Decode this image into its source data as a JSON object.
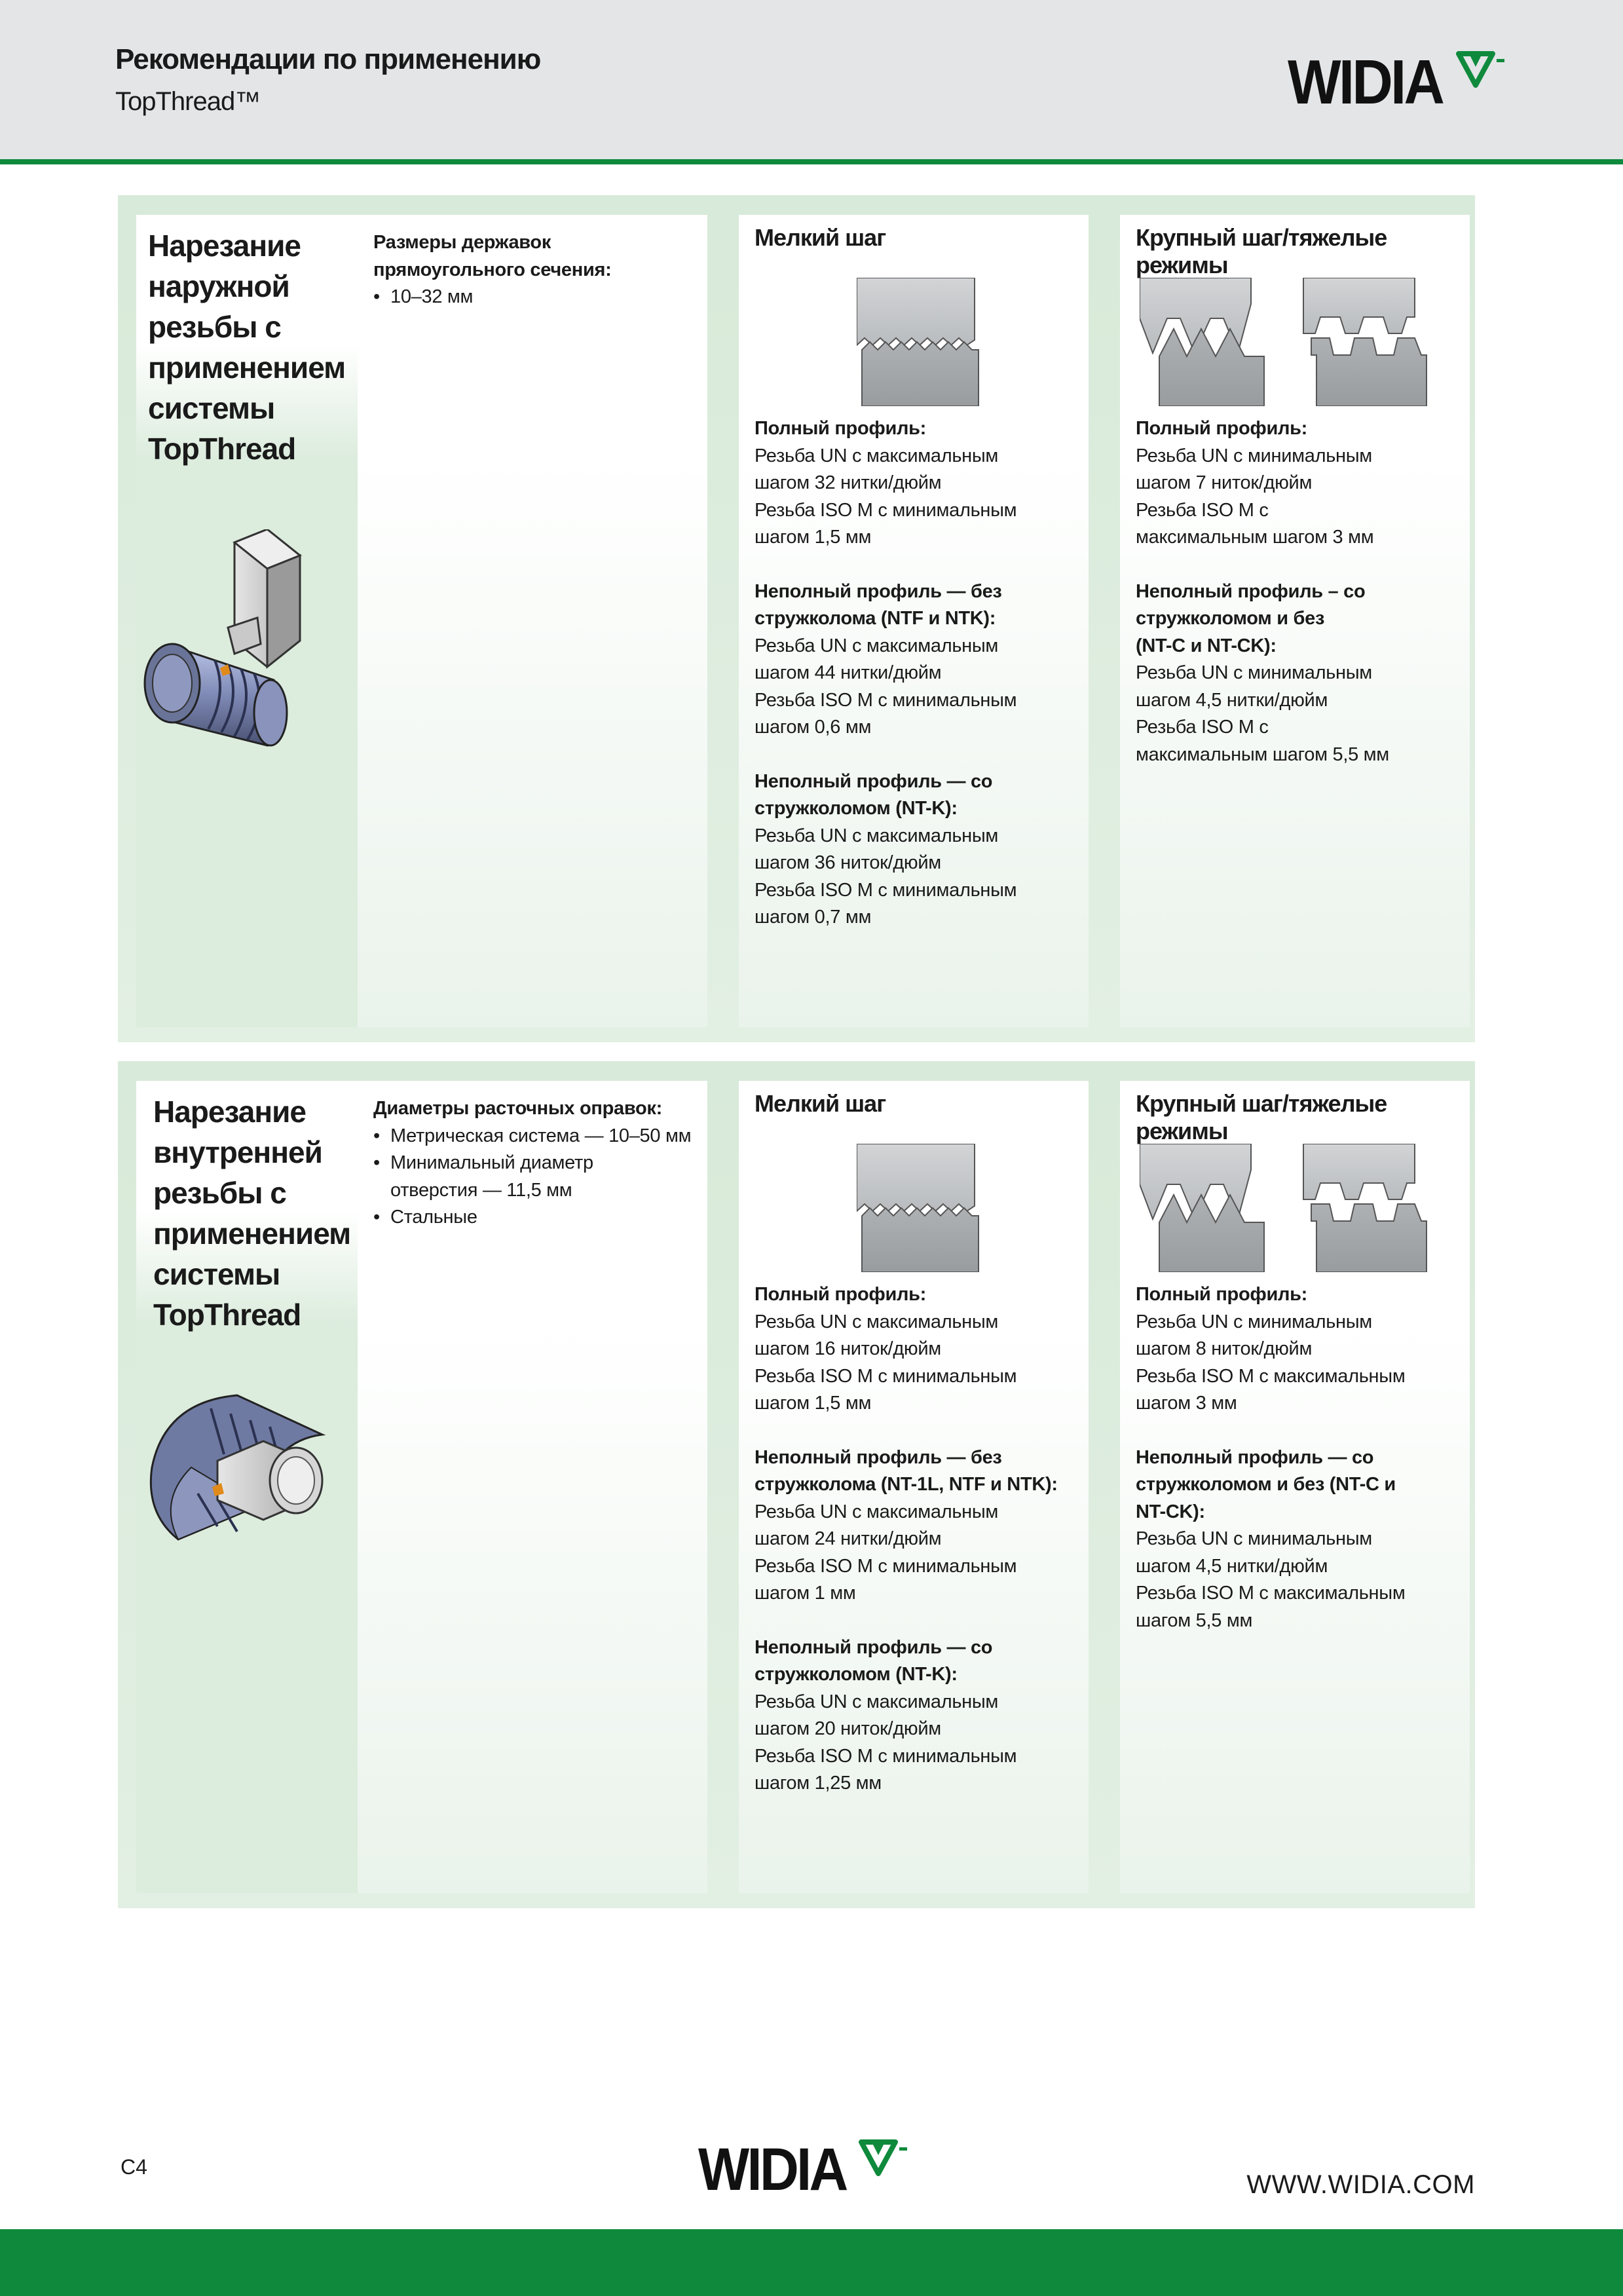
{
  "header": {
    "title": "Рекомендации по применению",
    "subtitle": "TopThread™",
    "logo_text": "WIDIA"
  },
  "section1": {
    "title_lines": [
      "Нарезание",
      "наружной",
      "резьбы с",
      "применением",
      "системы",
      "TopThread"
    ],
    "specs": {
      "heading_lines": [
        "Размеры державок",
        "прямоугольного сечения:"
      ],
      "bullets": [
        "10–32 мм"
      ]
    },
    "fine": {
      "heading": "Мелкий шаг",
      "blocks": [
        {
          "heading_lines": [
            "Полный профиль:"
          ],
          "lines": [
            "Резьба UN с максимальным",
            "шагом 32 нитки/дюйм",
            "Резьба ISO M с минимальным",
            "шагом 1,5 мм"
          ]
        },
        {
          "heading_lines": [
            "Неполный профиль — без",
            "стружколома (NTF и NTK):"
          ],
          "lines": [
            "Резьба UN с максимальным",
            "шагом 44 нитки/дюйм",
            "Резьба ISO M с минимальным",
            "шагом 0,6 мм"
          ]
        },
        {
          "heading_lines": [
            "Неполный профиль — со",
            "стружколомом (NT-K):"
          ],
          "lines": [
            "Резьба UN с максимальным",
            "шагом 36 ниток/дюйм",
            "Резьба ISO M с минимальным",
            "шагом 0,7 мм"
          ]
        }
      ]
    },
    "coarse": {
      "heading": "Крупный шаг/тяжелые режимы",
      "blocks": [
        {
          "heading_lines": [
            "Полный профиль:"
          ],
          "lines": [
            "Резьба UN с минимальным",
            "шагом 7 ниток/дюйм",
            "Резьба ISO M с",
            "максимальным шагом 3 мм"
          ]
        },
        {
          "heading_lines": [
            "Неполный профиль – со",
            "стружколомом и без",
            "(NT-C и NT-CK):"
          ],
          "lines": [
            "Резьба UN с минимальным",
            "шагом 4,5 нитки/дюйм",
            "Резьба ISO M с",
            "максимальным шагом 5,5 мм"
          ]
        }
      ]
    }
  },
  "section2": {
    "title_lines": [
      "Нарезание",
      "внутренней",
      "резьбы с",
      "применением",
      "системы",
      "TopThread"
    ],
    "specs": {
      "heading_lines": [
        "Диаметры расточных оправок:"
      ],
      "bullets": [
        "Метрическая система — 10–50 мм",
        "Минимальный диаметр\nотверстия — 11,5 мм",
        "Стальные"
      ]
    },
    "fine": {
      "heading": "Мелкий шаг",
      "blocks": [
        {
          "heading_lines": [
            "Полный профиль:"
          ],
          "lines": [
            "Резьба UN с максимальным",
            "шагом 16 ниток/дюйм",
            "Резьба ISO M с минимальным",
            "шагом 1,5 мм"
          ]
        },
        {
          "heading_lines": [
            "Неполный профиль — без",
            "стружколома (NT-1L, NTF и NTK):"
          ],
          "lines": [
            "Резьба UN с максимальным",
            "шагом 24 нитки/дюйм",
            "Резьба ISO M с минимальным",
            "шагом 1 мм"
          ]
        },
        {
          "heading_lines": [
            "Неполный профиль — со",
            "стружколомом (NT-K):"
          ],
          "lines": [
            "Резьба UN с максимальным",
            "шагом 20 ниток/дюйм",
            "Резьба ISO M с минимальным",
            "шагом 1,25 мм"
          ]
        }
      ]
    },
    "coarse": {
      "heading": "Крупный шаг/тяжелые режимы",
      "blocks": [
        {
          "heading_lines": [
            "Полный профиль:"
          ],
          "lines": [
            "Резьба UN с минимальным",
            "шагом 8 ниток/дюйм",
            "Резьба ISO M с максимальным",
            "шагом 3 мм"
          ]
        },
        {
          "heading_lines": [
            "Неполный профиль — со",
            "стружколомом и без (NT-C и",
            "NT-CK):"
          ],
          "lines": [
            "Резьба UN с минимальным",
            "шагом 4,5 нитки/дюйм",
            "Резьба ISO M с максимальным",
            "шагом 5,5 мм"
          ]
        }
      ]
    }
  },
  "footer": {
    "page_number": "C4",
    "logo_text": "WIDIA",
    "website": "WWW.WIDIA.COM"
  },
  "colors": {
    "brand_green": "#0f8a3c",
    "panel_green": "#dcecdd",
    "header_gray": "#e4e5e7"
  }
}
